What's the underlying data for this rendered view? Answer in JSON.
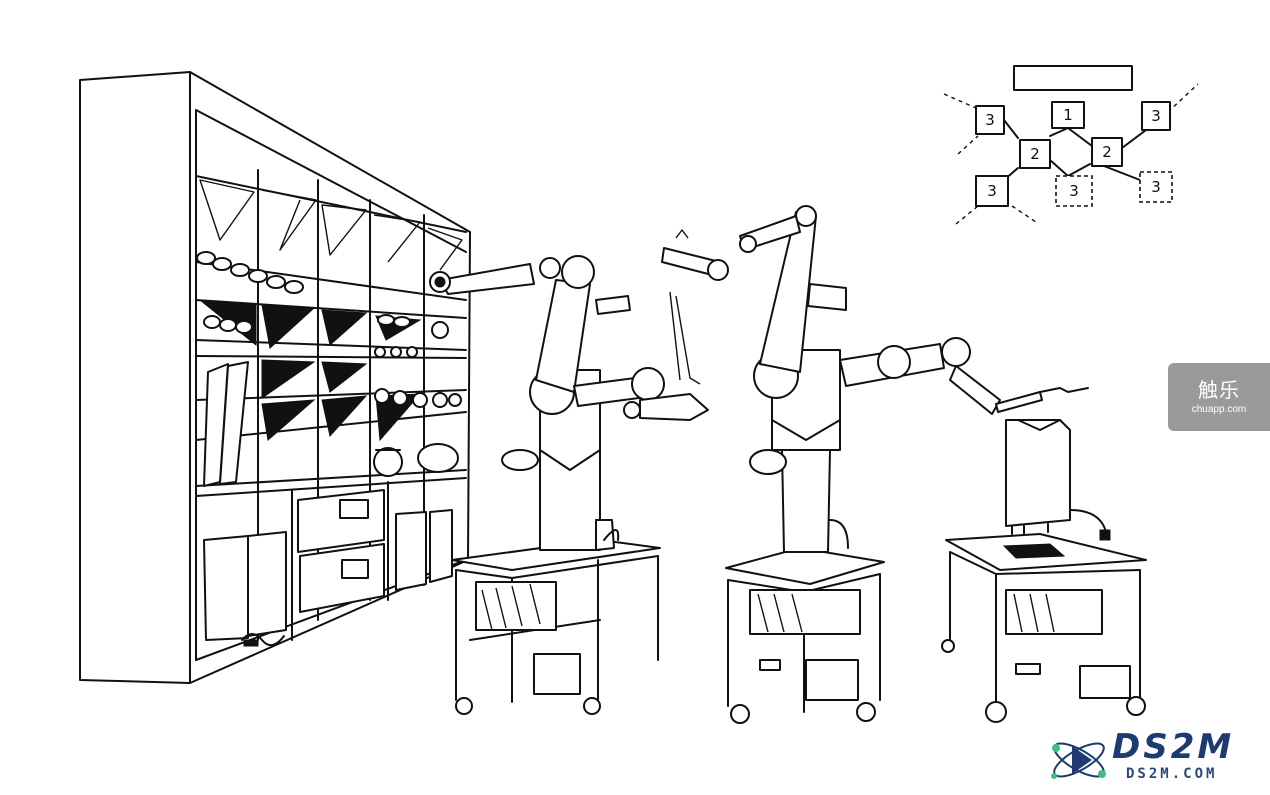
{
  "diagram": {
    "labels": {
      "top": "1",
      "left_inner": "2",
      "right_inner": "2",
      "top_left": "3",
      "top_right": "3",
      "bottom_left": "3",
      "bottom_middle": "3",
      "bottom_right": "3"
    }
  },
  "watermark": {
    "cn": "触乐",
    "url": "chuapp.com"
  },
  "logo": {
    "word": "DS2M",
    "site": "DS2M.COM"
  },
  "colors": {
    "ink": "#111111",
    "tab_gray": "#9a9a9a",
    "logo_blue": "#1d3b6e",
    "logo_green": "#3fbf7f"
  }
}
